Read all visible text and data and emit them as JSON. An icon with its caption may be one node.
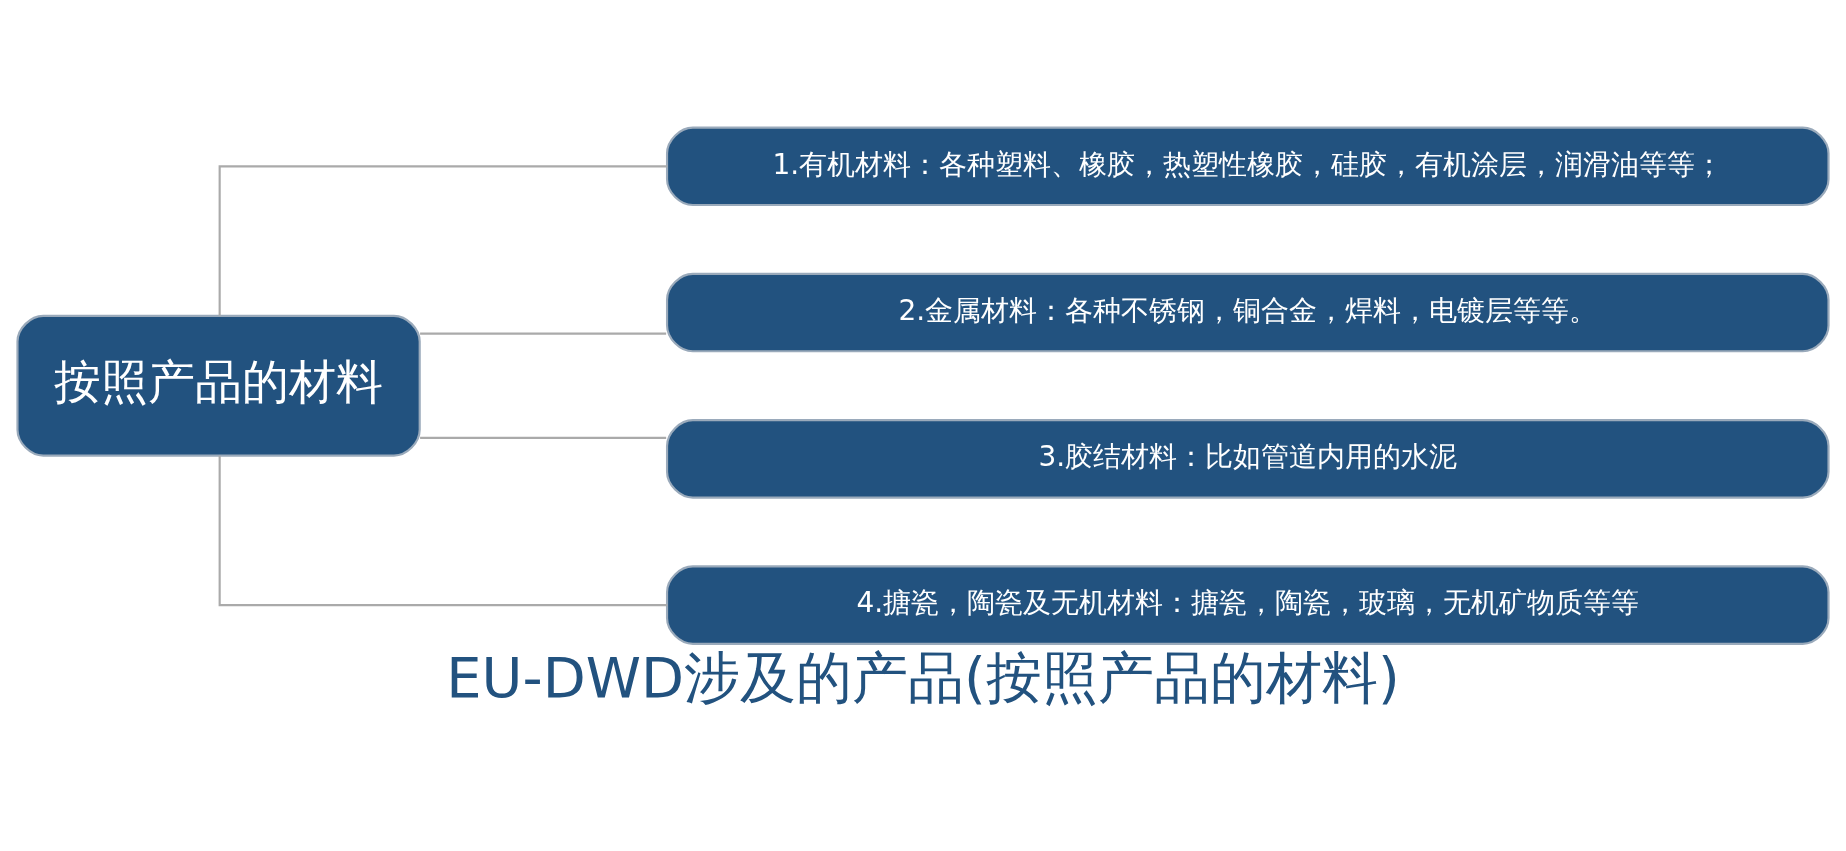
{
  "diagram": {
    "caption": "EU-DWD涉及的产品(按照产品的材料)",
    "nodes": [
      {
        "text": [
          "按照产品的材料"
        ]
      },
      {
        "text": [
          "1.有机材料：各种塑料、橡胶，热塑性橡胶，硅胶，有机涂层，润滑油等等；"
        ]
      },
      {
        "text": [
          "2.金属材料：各种不锈钢，铜合金，焊料，电镀层等等。"
        ]
      },
      {
        "text": [
          "3.胶结材料：比如管道内用的水泥"
        ]
      },
      {
        "text": [
          "4.搪瓷，陶瓷及无机材料：搪瓷，陶瓷，玻璃，无机矿物质等等"
        ]
      }
    ],
    "edges": [
      {
        "from": 0,
        "to": 1,
        "arrow": "none"
      },
      {
        "from": 0,
        "to": 2,
        "arrow": "none"
      },
      {
        "from": 0,
        "to": 3,
        "arrow": "none"
      },
      {
        "from": 0,
        "to": 4,
        "arrow": "none"
      }
    ]
  }
}
